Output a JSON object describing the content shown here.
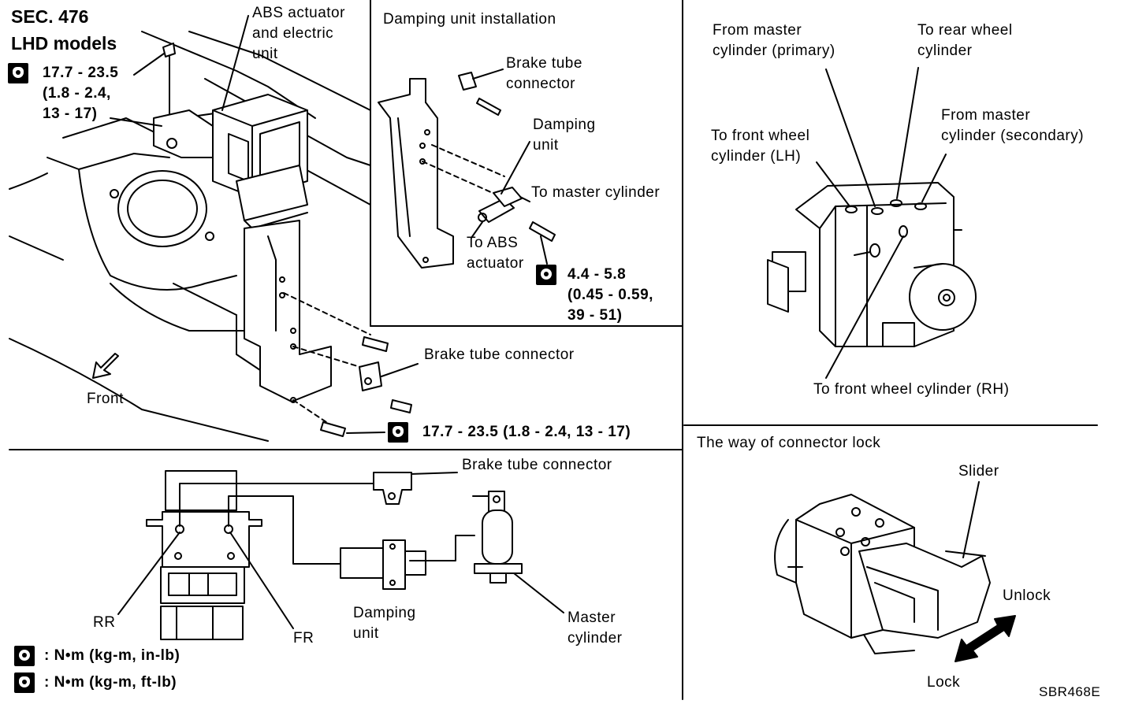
{
  "header": {
    "section": "SEC. 476",
    "models": "LHD models"
  },
  "main_view": {
    "abs_label": "ABS actuator\nand electric\nunit",
    "torque_top": "17.7 - 23.5\n(1.8 - 2.4,\n13 - 17)",
    "brake_tube_connector": "Brake tube connector",
    "torque_bottom": "17.7 - 23.5 (1.8 - 2.4, 13 - 17)",
    "front": "Front"
  },
  "damping_panel": {
    "title": "Damping unit installation",
    "brake_tube_connector": "Brake tube\nconnector",
    "damping_unit": "Damping\nunit",
    "to_master_cylinder": "To master cylinder",
    "to_abs_actuator": "To ABS\nactuator",
    "torque": "4.4 - 5.8\n(0.45 - 0.59,\n39 - 51)"
  },
  "schematic": {
    "brake_tube_connector": "Brake tube connector",
    "rr": "RR",
    "fr": "FR",
    "damping_unit": "Damping\nunit",
    "master_cylinder": "Master\ncylinder"
  },
  "legend": {
    "in_lb": ": N•m (kg-m, in-lb)",
    "ft_lb": ": N•m (kg-m, ft-lb)"
  },
  "actuator_ports": {
    "from_master_primary": "From master\ncylinder (primary)",
    "to_rear_wheel": "To rear wheel\ncylinder",
    "from_master_secondary": "From master\ncylinder (secondary)",
    "to_front_lh": "To front wheel\ncylinder (LH)",
    "to_front_rh": "To front wheel cylinder (RH)"
  },
  "connector_lock": {
    "title": "The way of connector lock",
    "slider": "Slider",
    "unlock": "Unlock",
    "lock": "Lock",
    "code": "SBR468E"
  },
  "icons": [
    "torque-wrench-in-lb-icon",
    "torque-wrench-ft-lb-icon",
    "front-arrow-icon",
    "lock-unlock-arrow-icon"
  ]
}
